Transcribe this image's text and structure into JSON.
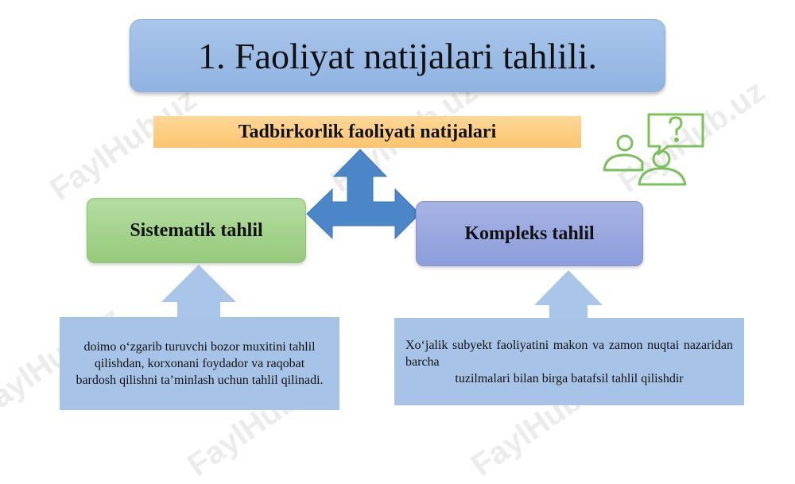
{
  "title": "1. Faoliyat natijalari tahlili.",
  "subtitle": "Tadbirkorlik faoliyati natijalari",
  "left_box": {
    "label": "Sistematik tahlil"
  },
  "right_box": {
    "label": "Kompleks tahlil"
  },
  "left_description": "doimo o‘zgarib turuvchi bozor muxitini tahlil qilishdan, korxonani foydador va raqobat bardosh qilishni ta’minlash uchun tahlil qilinadi.",
  "right_description": {
    "line1": "Xo‘jalik subyekt faoliyatini makon va zamon nuqtai nazaridan barcha",
    "line2": "tuzilmalari bilan birga batafsil tahlil qilishdir"
  },
  "watermark": "FaylHub.uz",
  "colors": {
    "title_fill": "#9dbde6",
    "subtitle_fill": "#fbcf85",
    "left_box_fill": "#a6d28e",
    "right_box_fill": "#9aa8e0",
    "description_fill": "#a7c4e8",
    "arrow_fill": "#4a86c8",
    "icon_stroke": "#7cc05e"
  },
  "icons": [
    "question-chat-people-icon"
  ]
}
